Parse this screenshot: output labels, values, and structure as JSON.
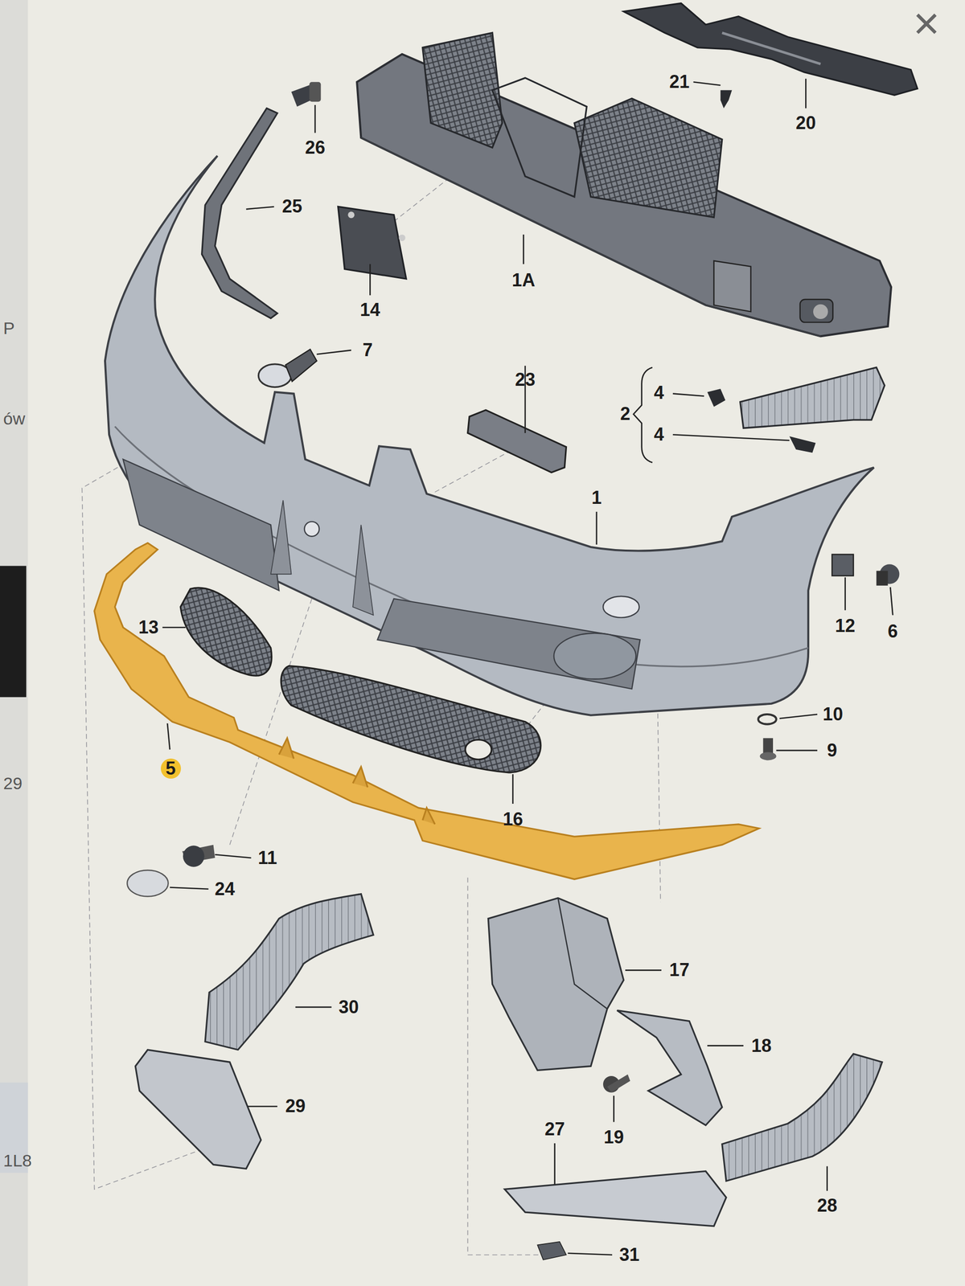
{
  "diagram": {
    "labels": [
      "21",
      "20",
      "26",
      "25",
      "14",
      "1A",
      "7",
      "23",
      "4",
      "2",
      "4",
      "1",
      "12",
      "6",
      "13",
      "10",
      "9",
      "5",
      "16",
      "11",
      "24",
      "30",
      "17",
      "18",
      "29",
      "19",
      "27",
      "28",
      "31",
      "P",
      "ów",
      "29",
      "1L8"
    ]
  }
}
